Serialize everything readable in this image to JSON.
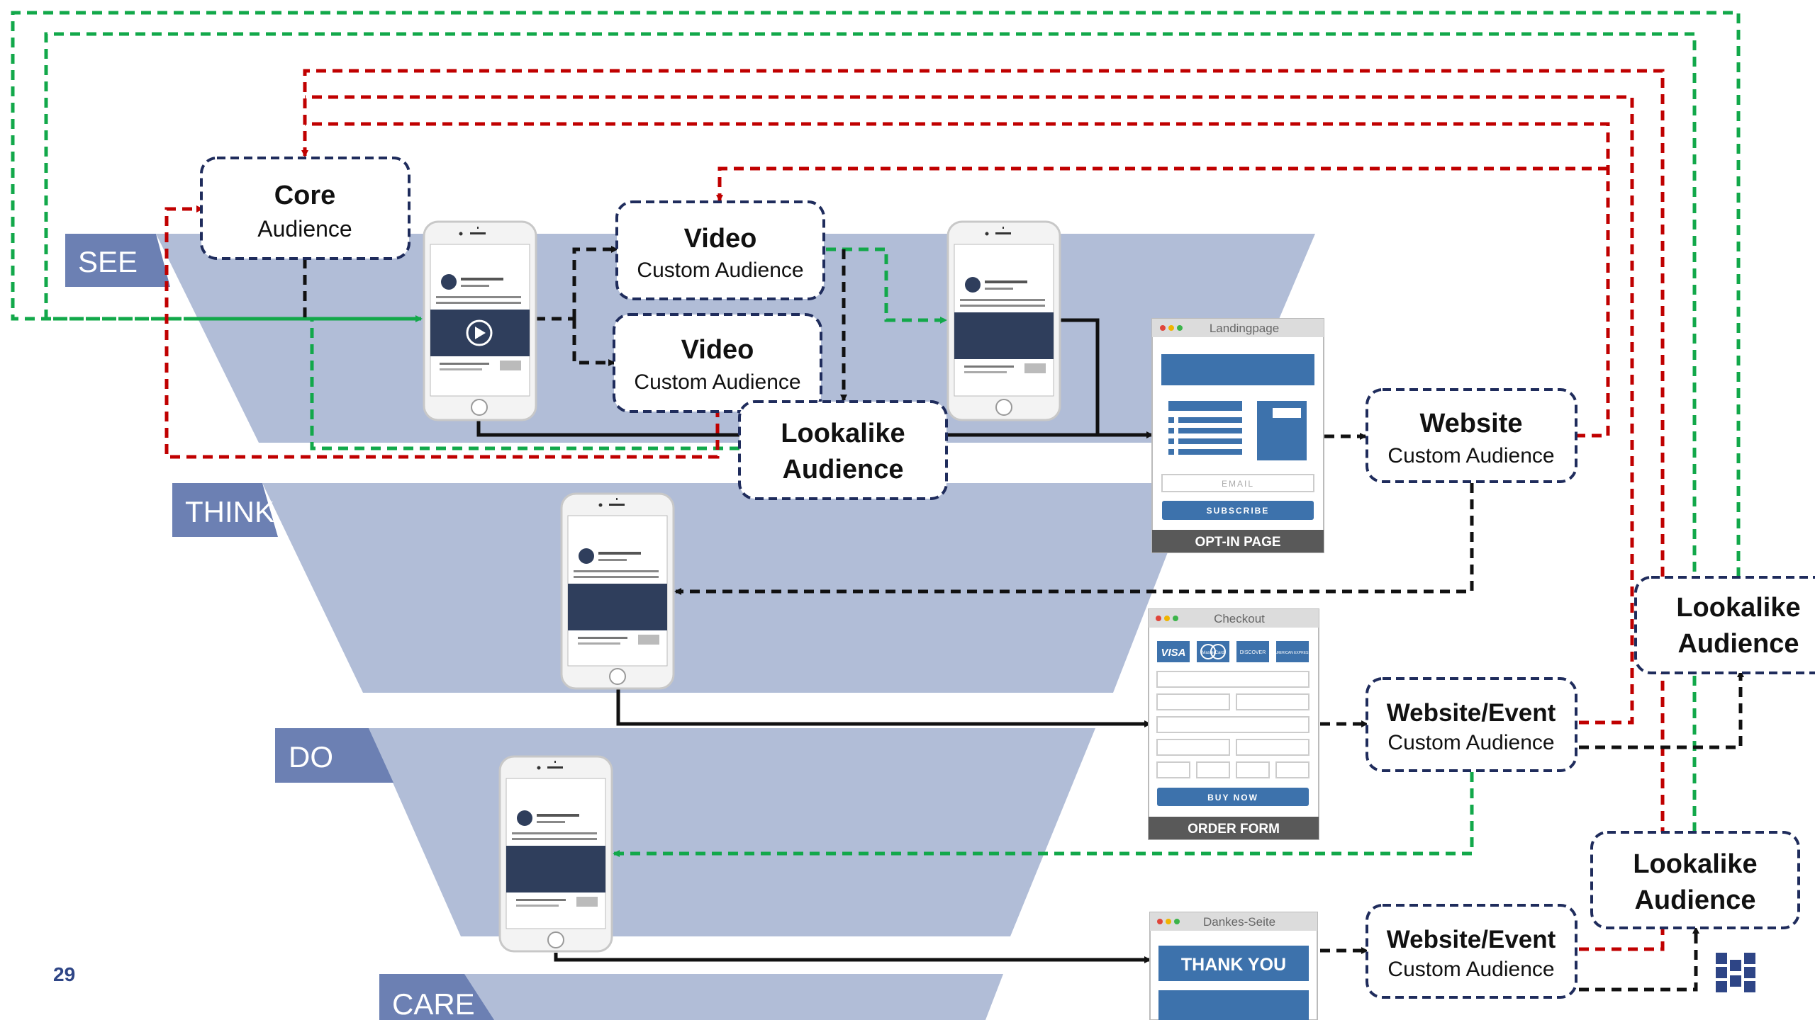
{
  "stages": {
    "see": "SEE",
    "think": "THINK",
    "do": "DO",
    "care": "CARE"
  },
  "audiences": {
    "core": {
      "title": "Core",
      "subtitle": "Audience"
    },
    "video1": {
      "title": "Video",
      "subtitle": "Custom Audience"
    },
    "video2": {
      "title": "Video",
      "subtitle": "Custom Audience"
    },
    "lookalike_center": {
      "line1": "Lookalike",
      "line2": "Audience"
    },
    "website": {
      "title": "Website",
      "subtitle": "Custom Audience"
    },
    "website_event_1": {
      "title": "Website/Event",
      "subtitle": "Custom Audience"
    },
    "website_event_2": {
      "title": "Website/Event",
      "subtitle": "Custom Audience"
    },
    "lookalike_right_top": {
      "line1": "Lookalike",
      "line2": "Audience"
    },
    "lookalike_right_bottom": {
      "line1": "Lookalike",
      "line2": "Audience"
    }
  },
  "pages": {
    "landingpage": {
      "window_title": "Landingpage",
      "email_placeholder": "EMAIL",
      "button_label": "SUBSCRIBE",
      "footer_label": "OPT-IN PAGE"
    },
    "checkout": {
      "window_title": "Checkout",
      "cards": [
        "VISA",
        "MasterCard",
        "DISCOVER",
        "AMERICAN EXPRESS"
      ],
      "button_label": "BUY NOW",
      "footer_label": "ORDER FORM"
    },
    "thankyou": {
      "window_title": "Dankes-Seite",
      "banner_label": "THANK YOU"
    }
  },
  "page_number": "29",
  "colors": {
    "funnel": "#b1bdd7",
    "stage_label_bg": "#6c80b3",
    "audience_border": "#1f2c5c",
    "arrow_black": "#111111",
    "arrow_red": "#c00000",
    "arrow_green": "#12a84a",
    "logo": "#2e4586",
    "browser_header": "#dcdcdc",
    "browser_footer": "#595959",
    "page_blue": "#3d72ac"
  },
  "icons": [
    "play-icon",
    "company-logo-icon"
  ]
}
